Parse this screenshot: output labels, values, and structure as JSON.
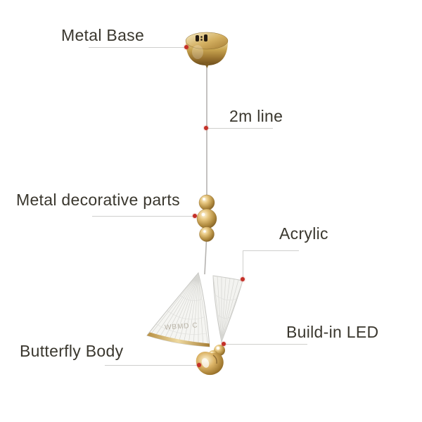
{
  "scene": {
    "description_colors": {
      "background": "#ffffff",
      "label_text": "#3a372e",
      "leader_line": "#cfcfcd",
      "pointer_dot": "#c43028",
      "gold_metal": "#c9a550",
      "acrylic_wing": "#f5f5f2"
    }
  },
  "labels": {
    "metal_base": {
      "text": "Metal Base"
    },
    "line_2m": {
      "text": "2m line"
    },
    "metal_decorative_parts": {
      "text": "Metal decorative parts"
    },
    "acrylic": {
      "text": "Acrylic"
    },
    "build_in_led": {
      "text": "Build-in LED"
    },
    "butterfly_body": {
      "text": "Butterfly Body"
    }
  },
  "watermark": {
    "text": "WBMD C"
  }
}
